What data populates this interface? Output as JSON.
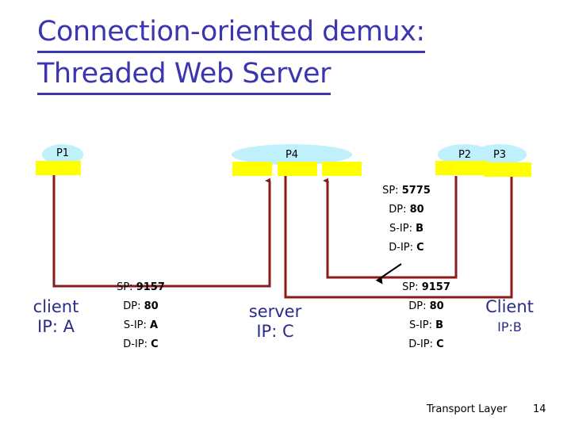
{
  "slide": {
    "title_lines": [
      "Connection-oriented demux:",
      "Threaded Web Server"
    ],
    "title_color": "#3b36b0",
    "footer_title": "Transport Layer",
    "footer_page": "14"
  },
  "colors": {
    "process_fill": "#bff0fb",
    "socket_fill": "#ffff00",
    "wire": "#8b1a1a",
    "host_text": "#2b2b8f",
    "title": "#3b36b0",
    "annotation_arrow": "#000000"
  },
  "processes": [
    {
      "id": "p1",
      "label": "P1"
    },
    {
      "id": "p4",
      "label": "P4"
    },
    {
      "id": "p2",
      "label": "P2"
    },
    {
      "id": "p3",
      "label": "P3"
    }
  ],
  "sockets": [
    {
      "id": "p1-socket-1",
      "process": "P1"
    },
    {
      "id": "p4-socket-1",
      "process": "P4"
    },
    {
      "id": "p4-socket-2",
      "process": "P4"
    },
    {
      "id": "p4-socket-3",
      "process": "P4"
    },
    {
      "id": "p2p3-socket-1",
      "process": "P2"
    }
  ],
  "packets": [
    {
      "id": "packet-middle",
      "lines": [
        {
          "label": "SP:",
          "value": "5775"
        },
        {
          "label": "DP:",
          "value": "80"
        },
        {
          "label": "S-IP:",
          "value": "B"
        },
        {
          "label": "D-IP:",
          "value": "C"
        }
      ]
    },
    {
      "id": "packet-left",
      "lines": [
        {
          "label": "SP:",
          "value": "9157"
        },
        {
          "label": "DP:",
          "value": "80"
        },
        {
          "label": "S-IP:",
          "value": "A"
        },
        {
          "label": "D-IP:",
          "value": "C"
        }
      ]
    },
    {
      "id": "packet-right",
      "lines": [
        {
          "label": "SP:",
          "value": "9157"
        },
        {
          "label": "DP:",
          "value": "80"
        },
        {
          "label": "S-IP:",
          "value": "B"
        },
        {
          "label": "D-IP:",
          "value": "C"
        }
      ]
    }
  ],
  "hosts": [
    {
      "id": "host-client-a",
      "name": "client",
      "ip": "IP: A"
    },
    {
      "id": "host-server-c",
      "name": "server",
      "ip": "IP: C"
    },
    {
      "id": "host-client-b",
      "name": "Client",
      "ip": "IP:B"
    }
  ]
}
